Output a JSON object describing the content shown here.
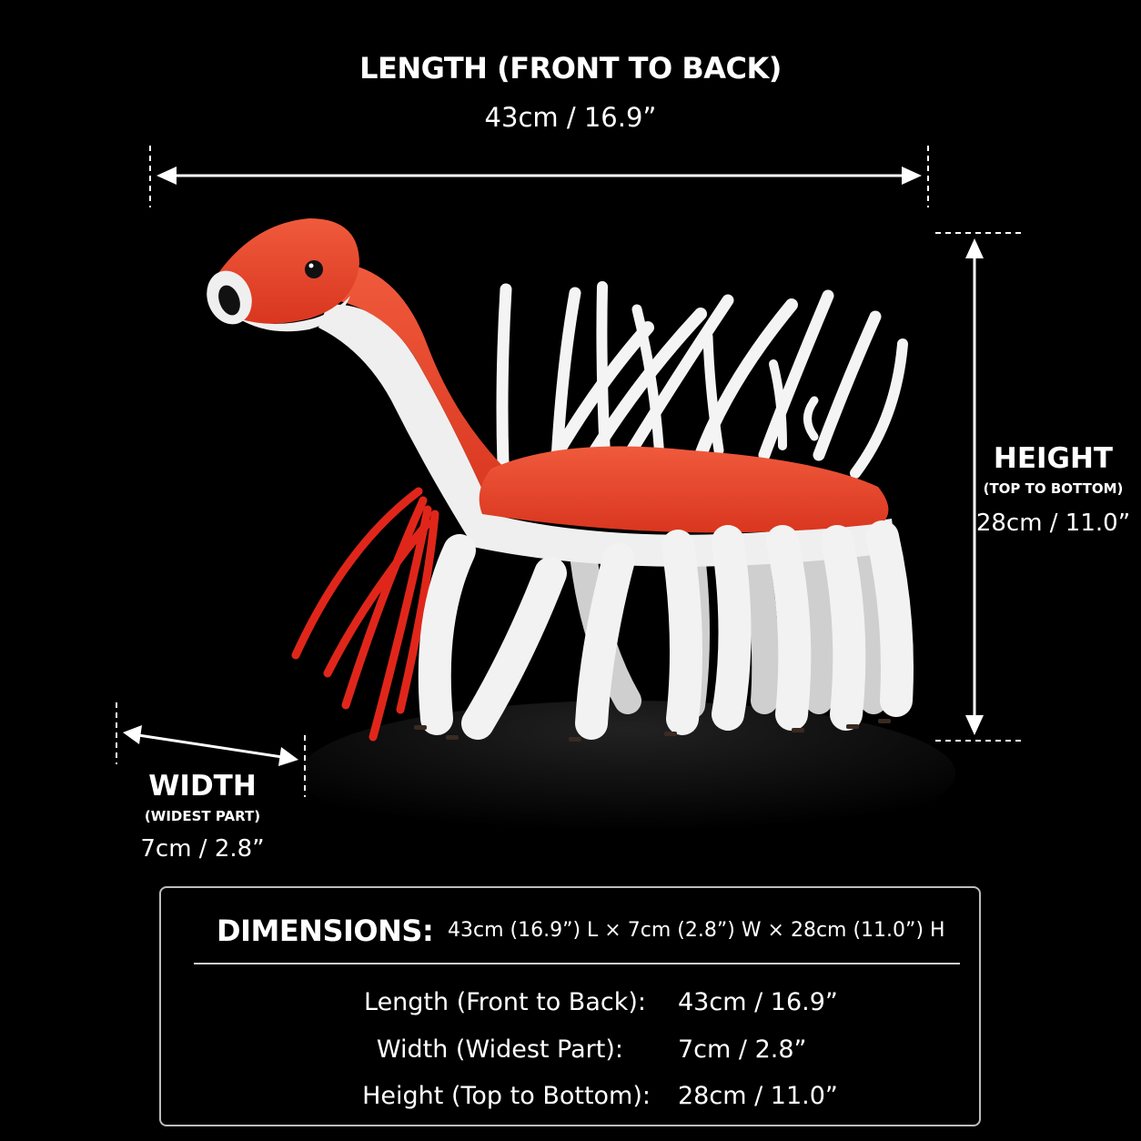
{
  "length": {
    "title": "LENGTH (FRONT TO BACK)",
    "value": "43cm  /  16.9”"
  },
  "height": {
    "title": "HEIGHT",
    "subtitle": "(TOP TO BOTTOM)",
    "value": "28cm / 11.0”"
  },
  "width": {
    "title": "WIDTH",
    "subtitle": "(WIDEST PART)",
    "value": "7cm / 2.8”"
  },
  "dimensions": {
    "label": "DIMENSIONS:",
    "summary": "43cm (16.9”) L  ×  7cm (2.8”) W ×  28cm (11.0”) H",
    "rows": [
      {
        "label": "Length (Front to Back):",
        "value": "43cm  /  16.9”"
      },
      {
        "label": "Width (Widest Part):",
        "value": "7cm  /  2.8”"
      },
      {
        "label": "Height (Top to Bottom):",
        "value": "28cm  /  11.0”"
      }
    ]
  },
  "colors": {
    "background": "#000000",
    "body_red": "#e8472e",
    "body_white": "#efefef",
    "ribbon": "#e0261a"
  },
  "icons": [
    "double-arrow-horizontal",
    "double-arrow-vertical",
    "double-arrow-diagonal"
  ]
}
